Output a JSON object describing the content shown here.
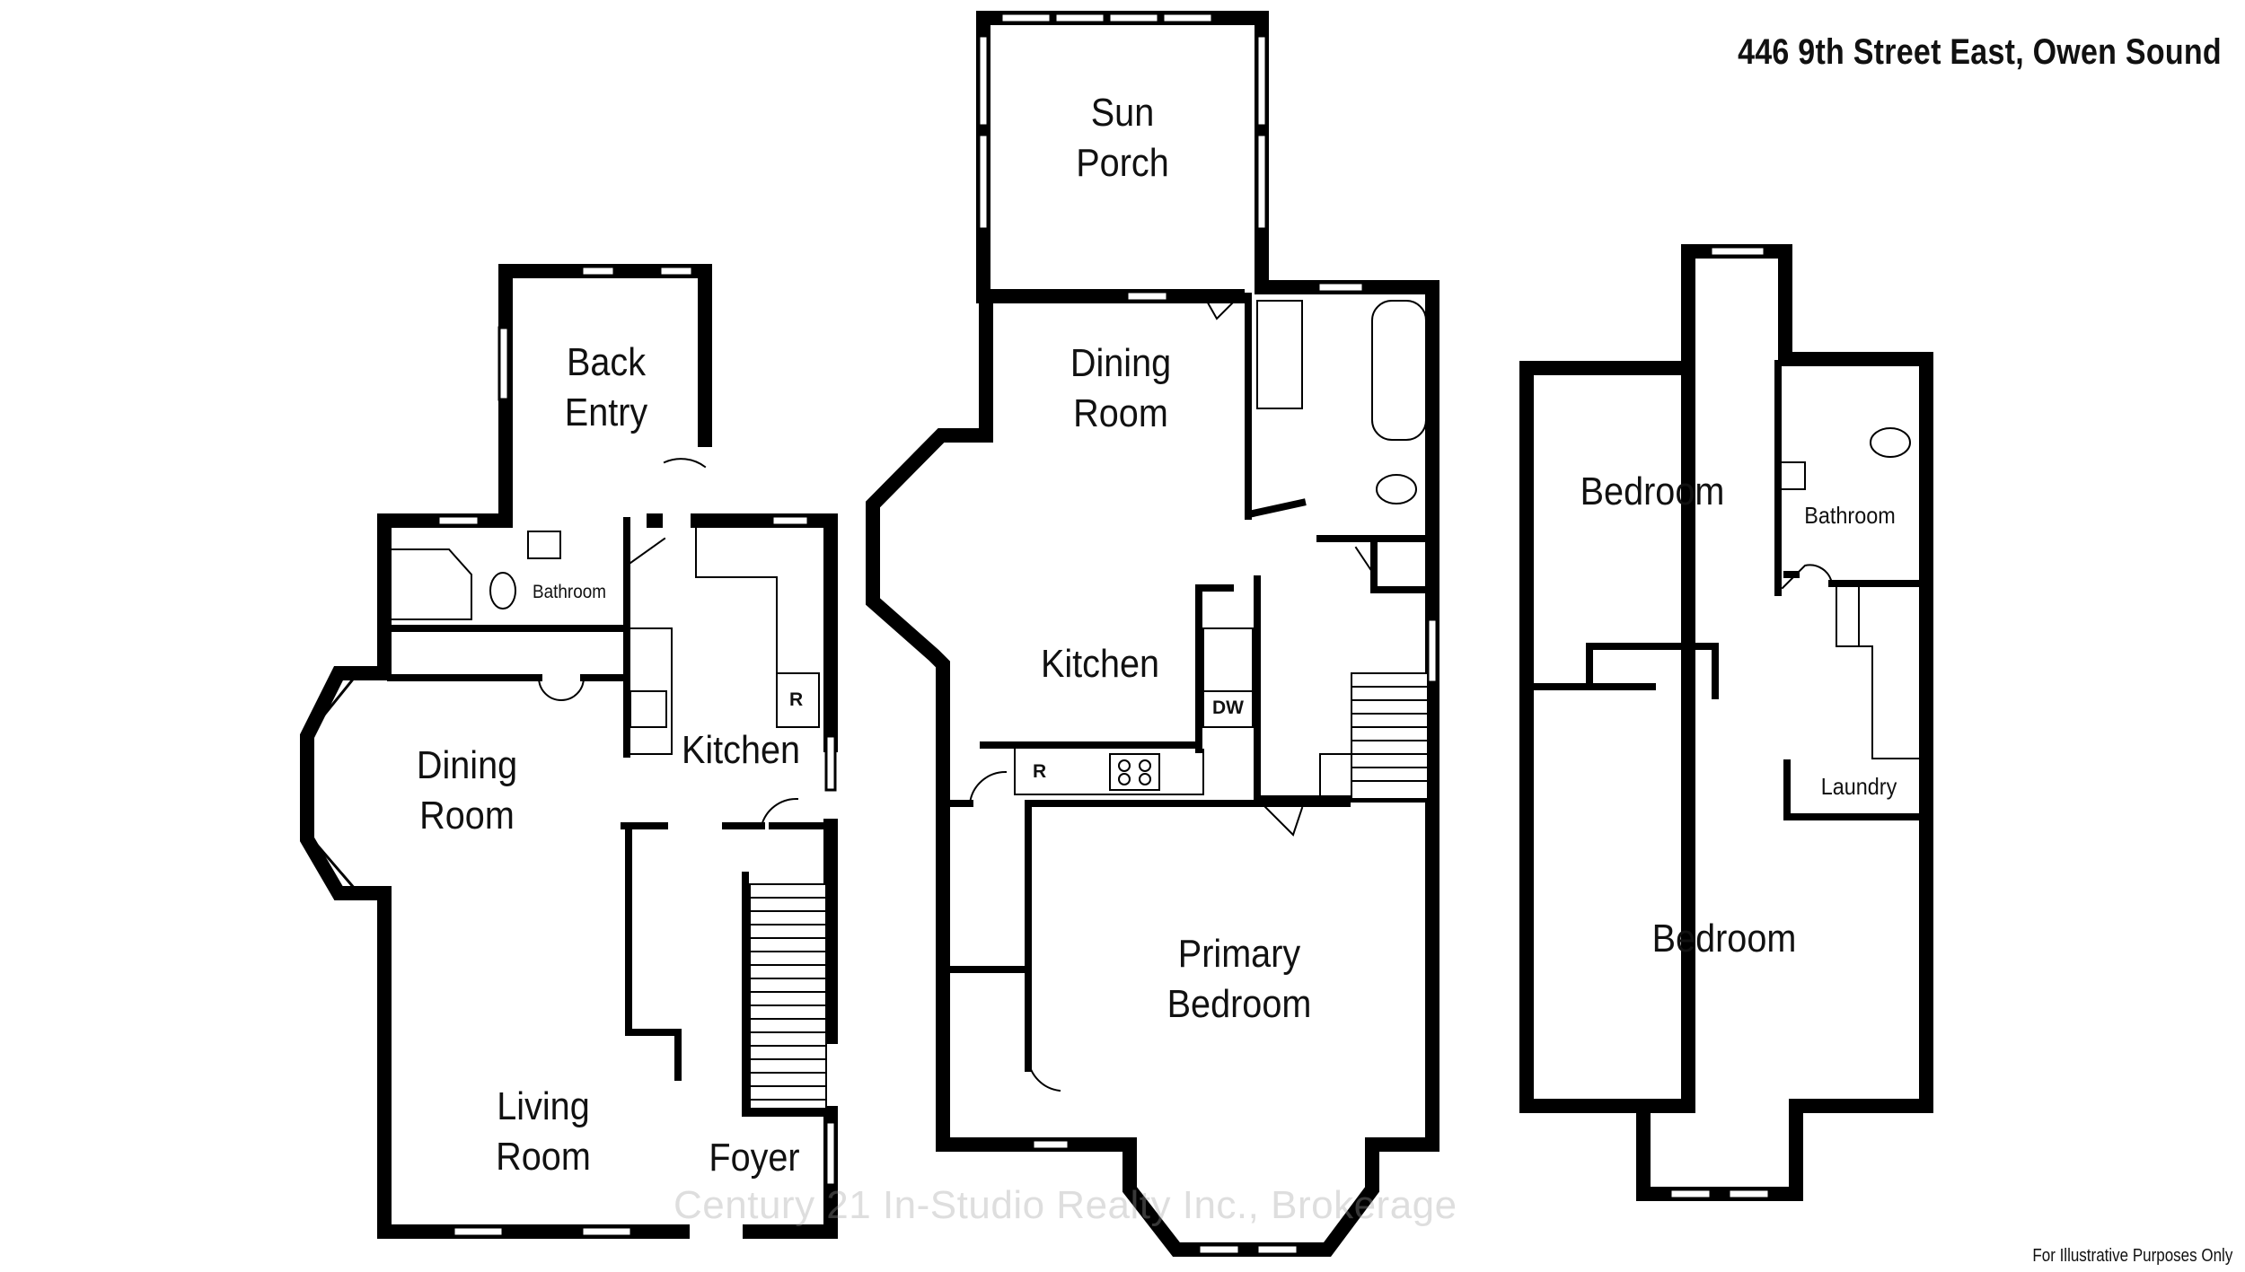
{
  "header": {
    "title": "446 9th Street East, Owen Sound"
  },
  "footer": {
    "note": "For Illustrative Purposes Only"
  },
  "watermark": "Century 21 In-Studio Realty Inc., Brokerage",
  "floors": [
    {
      "rooms": {
        "back_entry": "Back\nEntry",
        "bathroom": "Bathroom",
        "dining_room": "Dining\nRoom",
        "kitchen": "Kitchen",
        "living_room": "Living\nRoom",
        "foyer": "Foyer"
      },
      "fixtures": {
        "refrigerator": "R"
      }
    },
    {
      "rooms": {
        "sun_porch": "Sun\nPorch",
        "dining_room": "Dining\nRoom",
        "kitchen": "Kitchen",
        "primary_bedroom": "Primary\nBedroom"
      },
      "fixtures": {
        "refrigerator": "R",
        "dishwasher": "DW"
      }
    },
    {
      "rooms": {
        "bedroom_upper": "Bedroom",
        "bathroom": "Bathroom",
        "laundry": "Laundry",
        "bedroom_lower": "Bedroom"
      }
    }
  ]
}
